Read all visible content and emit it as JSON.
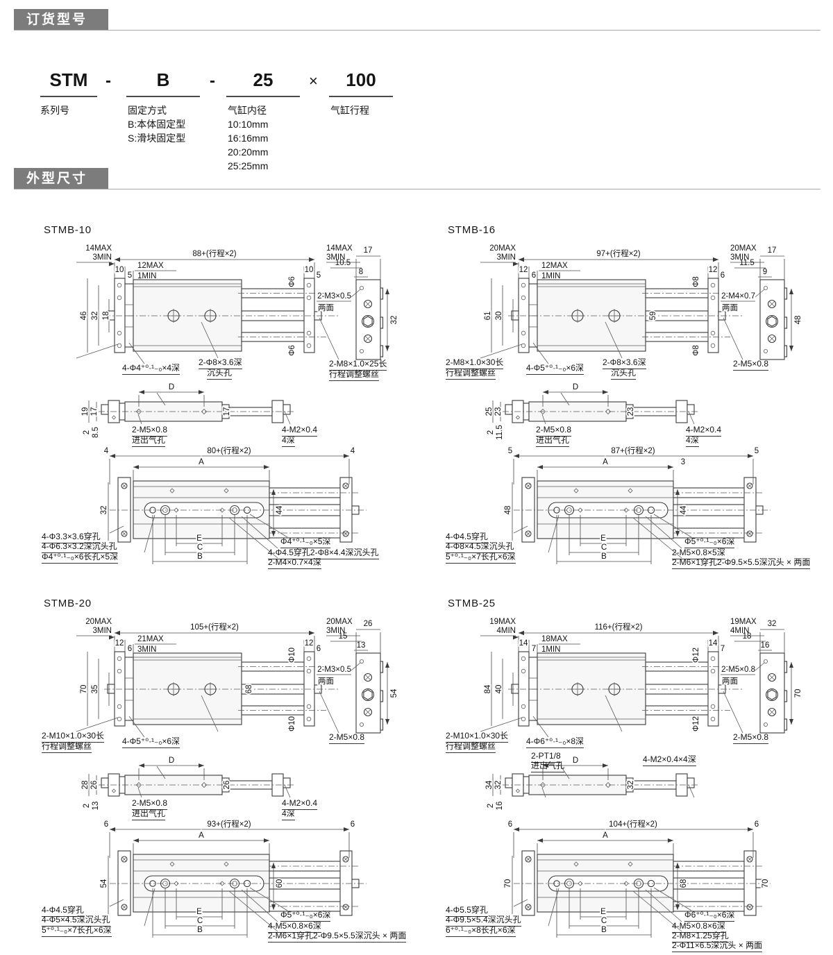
{
  "sections": {
    "ordering_title": "订货型号",
    "dimensions_title": "外型尺寸"
  },
  "ordering": {
    "series_code": "STM",
    "dash1": "-",
    "mount_code": "B",
    "dash2": "-",
    "bore_code": "25",
    "times": "×",
    "stroke_code": "100",
    "series_label": "系列号",
    "mount_label": "固定方式",
    "mount_b": "B:本体固定型",
    "mount_s": "S:滑块固定型",
    "bore_label": "气缸内径",
    "bore_10": "10:10mm",
    "bore_16": "16:16mm",
    "bore_20": "20:20mm",
    "bore_25": "25:25mm",
    "stroke_label": "气缸行程"
  },
  "colors": {
    "section_bar": "#7c7c7c",
    "line": "#3a3a3a",
    "text": "#141414"
  },
  "drawings": [
    {
      "title": "STMB-10",
      "front": {
        "total_len": "88+(行程×2)",
        "lm1": "14MAX",
        "lm2": "3MIN",
        "lw1": "10",
        "lw2": "5",
        "cm1": "12MAX",
        "cm2": "1MIN",
        "rw1": "10",
        "rw2": "5",
        "rm1": "14MAX",
        "rm2": "3MIN",
        "h_outer": "46",
        "h_inner": "32",
        "h_inner2": "18",
        "rod_top": "Φ6",
        "body_h": "",
        "rod_bot": "Φ6",
        "nfl1": "",
        "nfl2": "",
        "na": "4-Φ4⁺⁰·¹₋₀×4深",
        "nb1": "2-Φ8×3.6深",
        "nb2": "沉头孔",
        "nd1": "2-M8×1.0×25长",
        "nd2": "行程调整螺丝"
      },
      "side": {
        "w": "17",
        "d1": "10.5",
        "d2": "8",
        "h": "32",
        "l1": "2-M3×0.5",
        "l2": "两面"
      },
      "plan": {
        "d": "D",
        "h1": "19",
        "h2": "17",
        "h3": "2",
        "h4": "8.5",
        "rh": "17",
        "tl1": "",
        "tl2": "",
        "tr": "",
        "port1": "2-M5×0.8",
        "port2": "进出气孔",
        "rn1": "4-M2×0.4",
        "rn2": "4深"
      },
      "bottom": {
        "wl": "4",
        "total": "80+(行程×2)",
        "wr": "4",
        "a": "A",
        "a2": "",
        "hl": "32",
        "hm": "44",
        "hr": "",
        "e": "E",
        "c": "C",
        "b": "B",
        "hole": "Φ4⁺⁰·¹₋₀×5深",
        "nl1": "4-Φ3.3×3.6穿孔",
        "nl2": "4-Φ6.3×3.2深沉头孔",
        "nl3": "Φ4⁺⁰·¹₋₀×6长孔×5深",
        "nr1": "4-Φ4.5穿孔2-Φ8×4.4深沉头孔",
        "nr2": "2-M4×0.7×4深",
        "nr3": ""
      }
    },
    {
      "title": "STMB-16",
      "front": {
        "total_len": "97+(行程×2)",
        "lm1": "20MAX",
        "lm2": "3MIN",
        "lw1": "12",
        "lw2": "6",
        "cm1": "12MAX",
        "cm2": "1MIN",
        "rw1": "12",
        "rw2": "6",
        "rm1": "20MAX",
        "rm2": "3MIN",
        "h_outer": "61",
        "h_inner": "30",
        "h_inner2": "",
        "rod_top": "Φ8",
        "body_h": "59",
        "rod_bot": "Φ8",
        "nfl1": "2-M8×1.0×30长",
        "nfl2": "行程调整螺丝",
        "na": "4-Φ5⁺⁰·¹₋₀×6深",
        "nb1": "2-Φ8×3.6深",
        "nb2": "沉头孔",
        "nd1": "2-M5×0.8",
        "nd2": ""
      },
      "side": {
        "w": "17",
        "d1": "11.5",
        "d2": "9",
        "h": "48",
        "l1": "2-M4×0.7",
        "l2": "两面"
      },
      "plan": {
        "d": "D",
        "h1": "25",
        "h2": "23",
        "h3": "2",
        "h4": "11.5",
        "rh": "23",
        "tl1": "",
        "tl2": "",
        "tr": "",
        "port1": "2-M5×0.8",
        "port2": "进出气孔",
        "rn1": "4-M2×0.4",
        "rn2": "4深"
      },
      "bottom": {
        "wl": "5",
        "total": "87+(行程×2)",
        "wr": "5",
        "a": "A",
        "a2": "3",
        "hl": "48",
        "hm": "44",
        "hr": "",
        "e": "E",
        "c": "C",
        "b": "B",
        "hole": "Φ5⁺⁰·¹₋₀×6深",
        "nl1": "4-Φ4.5穿孔",
        "nl2": "4-Φ8×4.5深沉头孔",
        "nl3": "5⁺⁰·¹₋₀×7长孔×6深",
        "nr1": "2-M5×0.8×5深",
        "nr2": "2-M6×1穿孔2-Φ9.5×5.5深沉头 × 两面",
        "nr3": ""
      }
    },
    {
      "title": "STMB-20",
      "front": {
        "total_len": "105+(行程×2)",
        "lm1": "20MAX",
        "lm2": "3MIN",
        "lw1": "12",
        "lw2": "6",
        "cm1": "21MAX",
        "cm2": "3MIN",
        "rw1": "12",
        "rw2": "6",
        "rm1": "20MAX",
        "rm2": "3MIN",
        "h_outer": "70",
        "h_inner": "35",
        "h_inner2": "",
        "rod_top": "Φ10",
        "body_h": "68",
        "rod_bot": "Φ10",
        "nfl1": "2-M10×1.0×30长",
        "nfl2": "行程调整螺丝",
        "na": "4-Φ5⁺⁰·¹₋₀×6深",
        "nb1": "",
        "nb2": "",
        "nd1": "2-M5×0.8",
        "nd2": ""
      },
      "side": {
        "w": "26",
        "d1": "15",
        "d2": "13",
        "h": "54",
        "l1": "2-M3×0.5",
        "l2": "两面"
      },
      "plan": {
        "d": "D",
        "h1": "28",
        "h2": "26",
        "h3": "2",
        "h4": "13",
        "rh": "26",
        "tl1": "",
        "tl2": "",
        "tr": "",
        "port1": "2-M5×0.8",
        "port2": "进出气孔",
        "rn1": "4-M2×0.4",
        "rn2": "4深"
      },
      "bottom": {
        "wl": "6",
        "total": "93+(行程×2)",
        "wr": "6",
        "a": "A",
        "a2": "",
        "hl": "54",
        "hm": "60",
        "hr": "",
        "e": "E",
        "c": "C",
        "b": "B",
        "hole": "Φ5⁺⁰·¹₋₀×6深",
        "nl1": "4-Φ4.5穿孔",
        "nl2": "4-Φ5×4.5深沉头孔",
        "nl3": "5⁺⁰·¹₋₀×7长孔×6深",
        "nr1": "4-M5×0.8×6深",
        "nr2": "2-M6×1穿孔2-Φ9.5×5.5深沉头 × 两面",
        "nr3": ""
      }
    },
    {
      "title": "STMB-25",
      "front": {
        "total_len": "116+(行程×2)",
        "lm1": "19MAX",
        "lm2": "4MIN",
        "lw1": "14",
        "lw2": "7",
        "cm1": "18MAX",
        "cm2": "1MIN",
        "rw1": "14",
        "rw2": "7",
        "rm1": "19MAX",
        "rm2": "4MIN",
        "h_outer": "84",
        "h_inner": "40",
        "h_inner2": "",
        "rod_top": "Φ12",
        "body_h": "",
        "rod_bot": "Φ12",
        "nfl1": "2-M10×1.0×30长",
        "nfl2": "行程调整螺丝",
        "na": "4-Φ6⁺⁰·¹₋₀×8深",
        "nb1": "",
        "nb2": "",
        "nd1": "2-M5×0.8",
        "nd2": ""
      },
      "side": {
        "w": "32",
        "d1": "18",
        "d2": "16",
        "h": "70",
        "l1": "2-M5×0.8",
        "l2": "两面"
      },
      "plan": {
        "d": "D",
        "h1": "34",
        "h2": "32",
        "h3": "2",
        "h4": "16",
        "rh": "32",
        "tl1": "2-PT1/8",
        "tl2": "进出气孔",
        "tr": "4-M2×0.4×4深",
        "port1": "",
        "port2": "",
        "rn1": "",
        "rn2": ""
      },
      "bottom": {
        "wl": "6",
        "total": "104+(行程×2)",
        "wr": "6",
        "a": "A",
        "a2": "",
        "hl": "70",
        "hm": "68",
        "hr": "70",
        "e": "E",
        "c": "C",
        "b": "B",
        "hole": "Φ6⁺⁰·¹₋₀×6深",
        "nl1": "4-Φ5.5穿孔",
        "nl2": "4-Φ9.5×5.4深沉头孔",
        "nl3": "6⁺⁰·¹₋₀×8长孔×6深",
        "nr1": "4-M5×0.8×6深",
        "nr2": "2-M8×1.25穿孔",
        "nr3": "2-Φ11×6.5深沉头 × 两面"
      }
    }
  ]
}
